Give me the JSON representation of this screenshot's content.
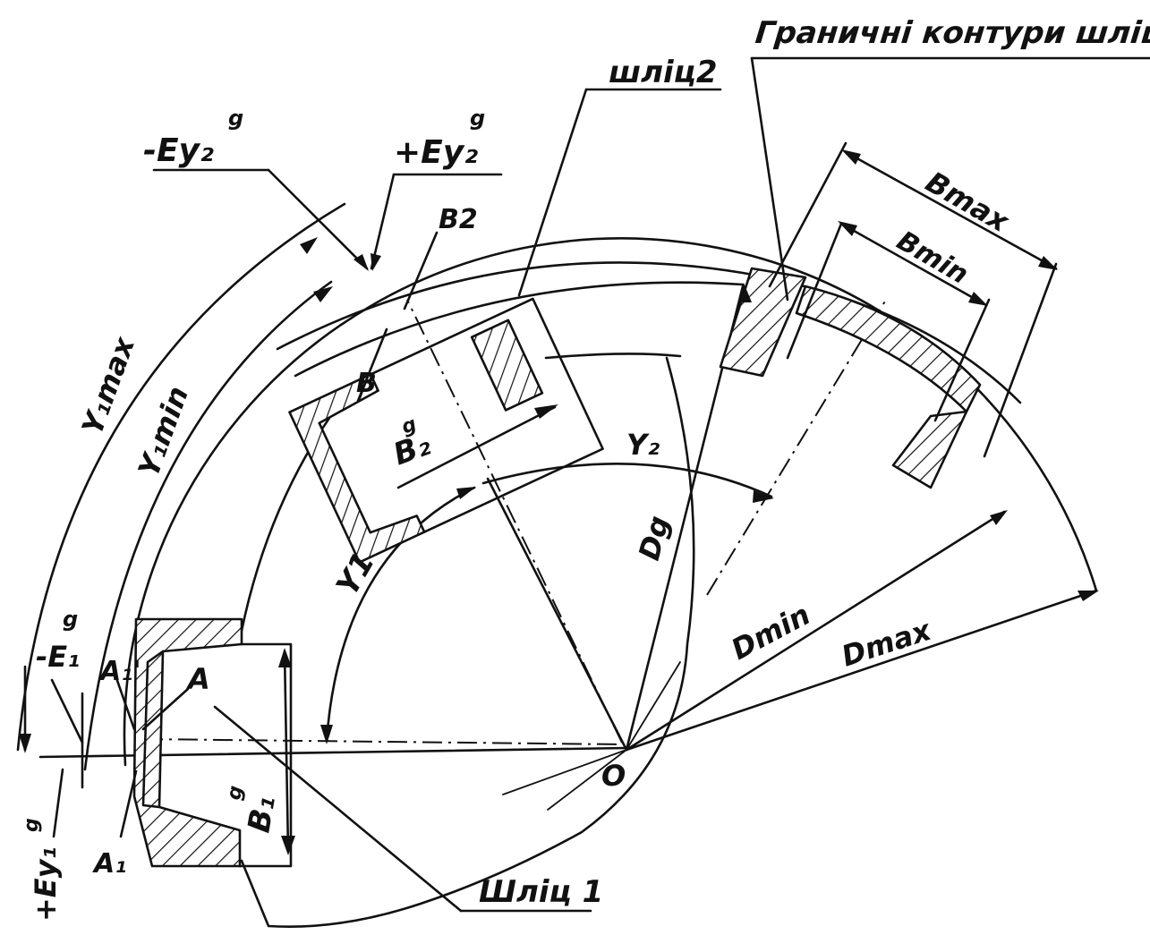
{
  "labels": {
    "boundary_contours": "Граничні контури шліца",
    "spline2": "шліц2",
    "spline1": "Шліц 1",
    "minus_e_y2": "-Ey₂",
    "plus_e_y2": "+Ey₂",
    "e_sup": "g",
    "b2_point": "B2",
    "b_point": "B",
    "b2g": "B₂",
    "bmax": "Bmax",
    "bmin": "Bmin",
    "y1max": "Y₁max",
    "y1min": "Y₁min",
    "y2": "Y₂",
    "y1": "Y1",
    "dg": "Dg",
    "dmin": "Dmin",
    "dmax": "Dmax",
    "minus_e1": "-E₁",
    "plus_ey1": "+Ey₁",
    "a1_prime": "A₁'",
    "a_point": "A",
    "a1": "A₁",
    "b1g": "B₁",
    "origin": "O"
  }
}
